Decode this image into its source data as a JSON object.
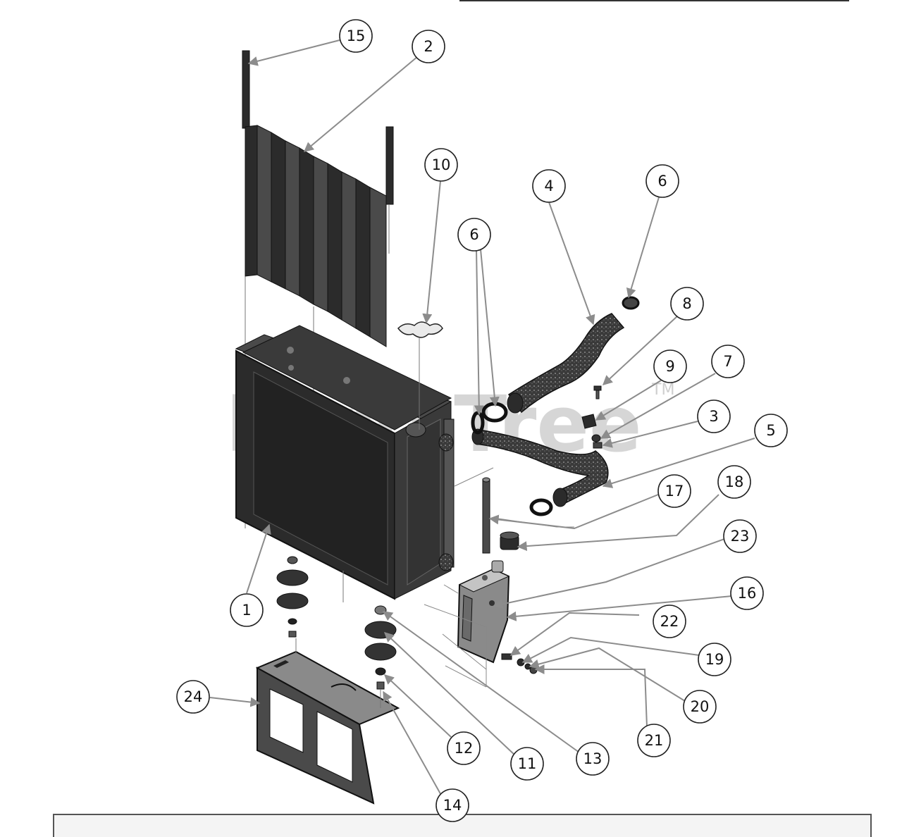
{
  "watermark": {
    "text": "PartsTree",
    "tm": "TM"
  },
  "callouts": [
    "15",
    "2",
    "10",
    "4",
    "6",
    "6",
    "8",
    "9",
    "7",
    "3",
    "5",
    "17",
    "18",
    "23",
    "16",
    "1",
    "22",
    "19",
    "20",
    "21",
    "24",
    "12",
    "11",
    "13",
    "14"
  ],
  "colors": {
    "part_fill": "#2b2b2b",
    "part_mid": "#4a4a4a",
    "part_light": "#8a8a8a",
    "leader": "#8c8c8c",
    "frame": "#9a9a9a"
  }
}
